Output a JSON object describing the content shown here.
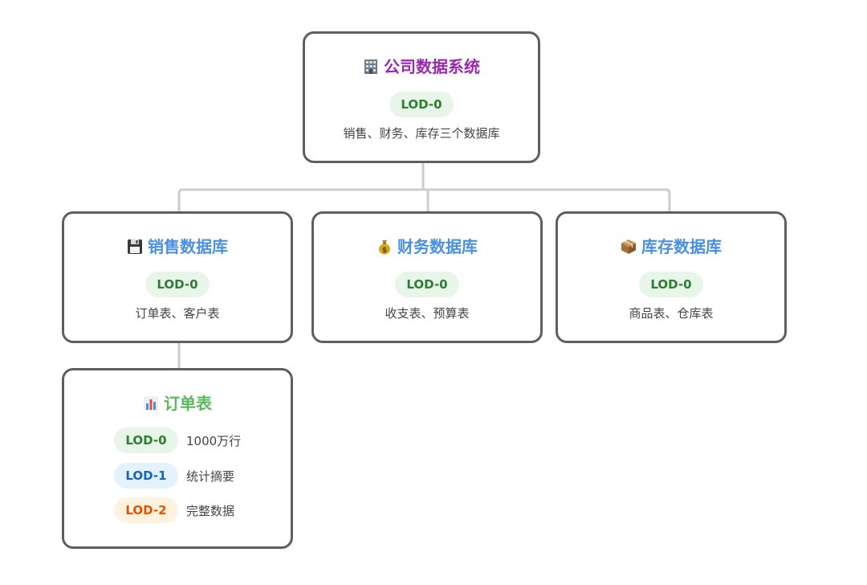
{
  "colors": {
    "border": "#5f5f5f",
    "connector": "#cccccc",
    "title_purple": "#9c27b0",
    "title_blue": "#4a90e2",
    "title_green": "#5cb85c",
    "lod0_bg": "#e8f5e9",
    "lod0_text": "#2e7d32",
    "lod1_bg": "#e3f2fd",
    "lod1_text": "#1565c0",
    "lod2_bg": "#fff3e0",
    "lod2_text": "#e65100"
  },
  "root": {
    "icon": "office-building-icon",
    "title": "公司数据系统",
    "badge": "LOD-0",
    "description": "销售、财务、库存三个数据库"
  },
  "sales": {
    "icon": "floppy-disk-icon",
    "title": "销售数据库",
    "badge": "LOD-0",
    "description": "订单表、客户表"
  },
  "finance": {
    "icon": "money-bag-icon",
    "title": "财务数据库",
    "badge": "LOD-0",
    "description": "收支表、预算表"
  },
  "inventory": {
    "icon": "package-icon",
    "title": "库存数据库",
    "badge": "LOD-0",
    "description": "商品表、仓库表"
  },
  "orders": {
    "icon": "bar-chart-icon",
    "title": "订单表",
    "levels": [
      {
        "badge": "LOD-0",
        "label": "1000万行"
      },
      {
        "badge": "LOD-1",
        "label": "统计摘要"
      },
      {
        "badge": "LOD-2",
        "label": "完整数据"
      }
    ]
  }
}
